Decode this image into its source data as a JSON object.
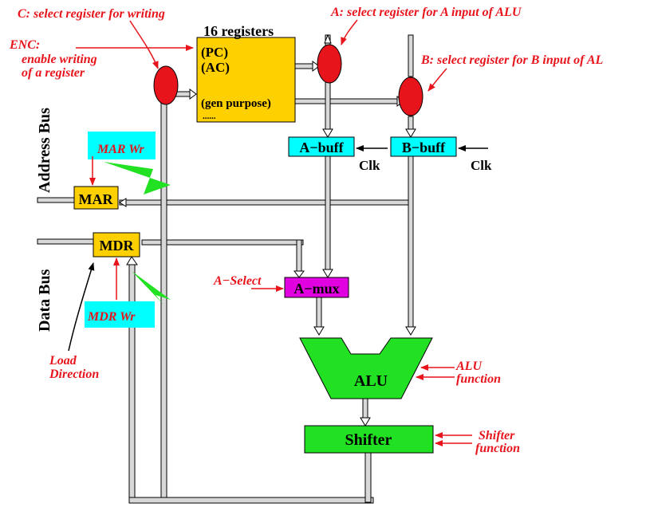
{
  "registers": {
    "title": "16 registers",
    "pc": "(PC)",
    "ac": "(AC)",
    "gen": "(gen purpose)",
    "dots": "......"
  },
  "boxes": {
    "a_buff": "A−buff",
    "b_buff": "B−buff",
    "mar": "MAR",
    "mdr": "MDR",
    "a_mux": "A−mux",
    "alu": "ALU",
    "shifter": "Shifter",
    "mar_wr": "MAR Wr",
    "mdr_wr": "MDR  Wr"
  },
  "labels": {
    "c_select": "C: select register for writing",
    "a_select_reg": "A: select register for A input of ALU",
    "b_select_reg": "B: select register for B input of AL",
    "enc_1": "ENC:",
    "enc_2": "enable writing",
    "enc_3": "of a register",
    "clk_a": "Clk",
    "clk_b": "Clk",
    "a_select": "A−Select",
    "alu_fn_1": "ALU",
    "alu_fn_2": "function",
    "shift_fn_1": "Shifter",
    "shift_fn_2": "function",
    "load_1": "Load",
    "load_2": "Direction",
    "address_bus": "Address Bus",
    "data_bus": "Data Bus"
  },
  "colors": {
    "register_fill": "#ffd000",
    "buffer_fill": "#00ffff",
    "mux_fill": "#e000e0",
    "alu_fill": "#22e022",
    "selector_fill": "#e8141c",
    "annotation": "#e8141c"
  }
}
